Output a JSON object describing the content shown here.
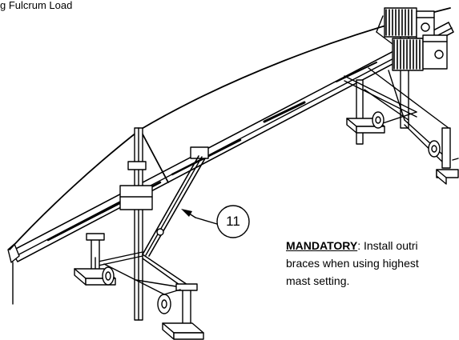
{
  "caption": "g Fulcrum Load",
  "callout": {
    "number": "11"
  },
  "note": {
    "strong": "MANDATORY",
    "line1_rest": ": Install outri",
    "line2": "braces when using highest",
    "line3": "mast setting."
  },
  "icons": [
    "drawing-figure"
  ]
}
